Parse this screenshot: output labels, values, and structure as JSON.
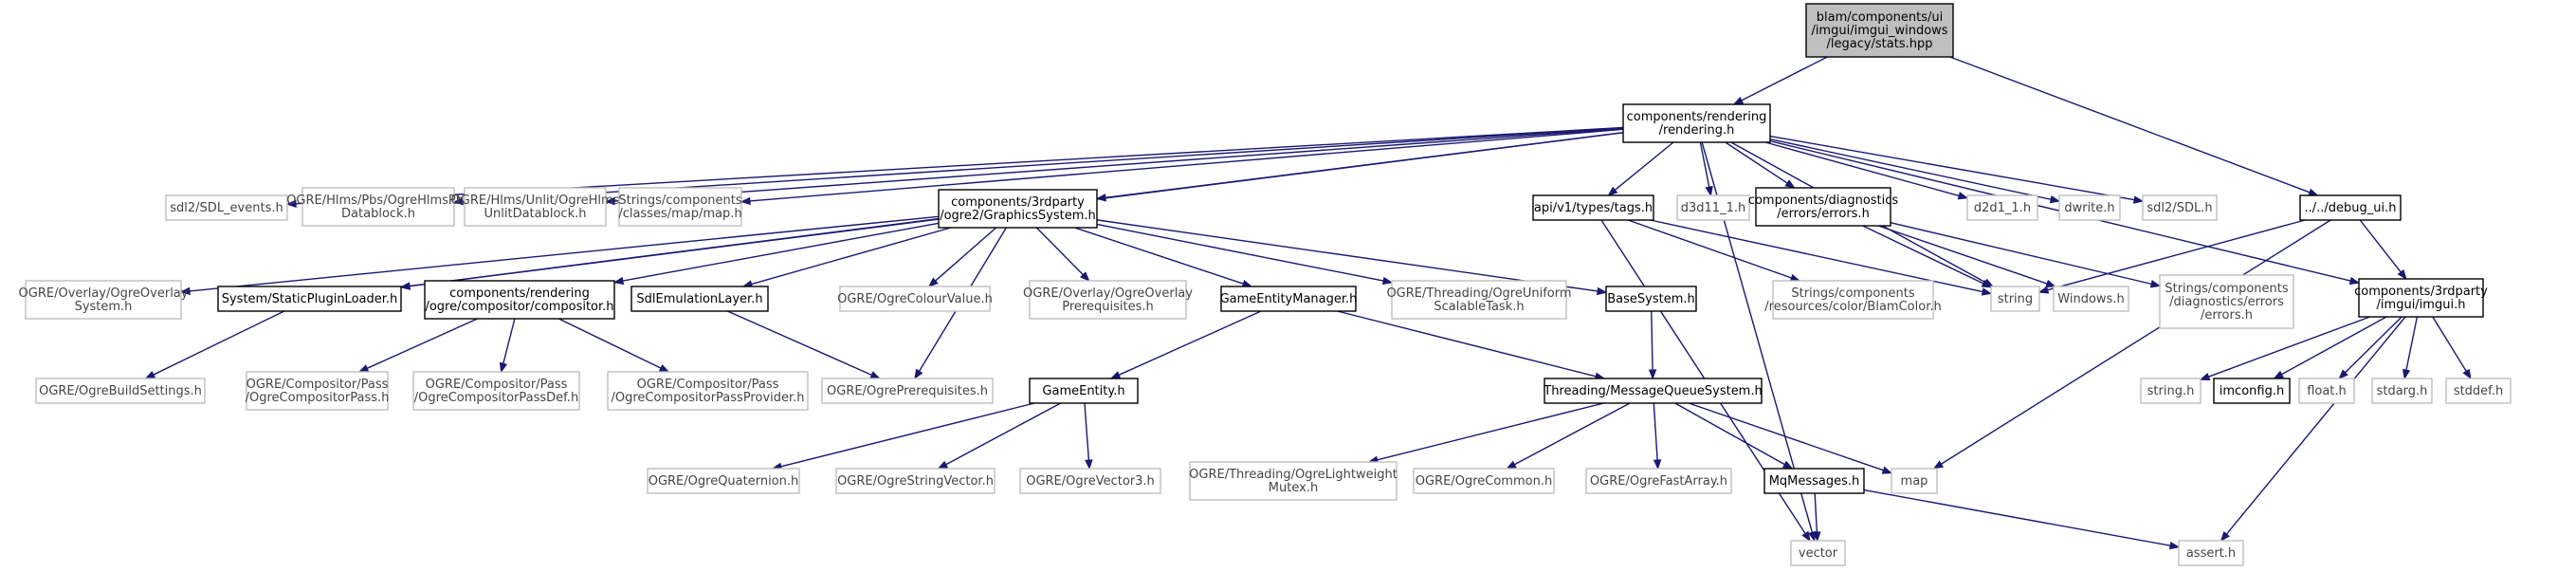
{
  "diagram": {
    "colors": {
      "edge": "#191970",
      "root_fill": "#bfbfbf",
      "external_border": "#bfbfbf",
      "documented_border": "#000000"
    },
    "nodes": [
      {
        "id": "root",
        "lines": [
          "blam/components/ui",
          "/imgui/imgui_windows",
          "/legacy/stats.hpp"
        ],
        "kind": "root"
      },
      {
        "id": "rendering",
        "lines": [
          "components/rendering",
          "/rendering.h"
        ],
        "kind": "documented"
      },
      {
        "id": "debug_ui",
        "lines": [
          "../../debug_ui.h"
        ],
        "kind": "documented"
      },
      {
        "id": "sdl_events",
        "lines": [
          "sdl2/SDL_events.h"
        ],
        "kind": "external"
      },
      {
        "id": "hlmspbs",
        "lines": [
          "OGRE/Hlms/Pbs/OgreHlmsPbs",
          "Datablock.h"
        ],
        "kind": "external"
      },
      {
        "id": "hlmsunlit",
        "lines": [
          "OGRE/Hlms/Unlit/OgreHlms",
          "UnlitDatablock.h"
        ],
        "kind": "external"
      },
      {
        "id": "strmap",
        "lines": [
          "Strings/components",
          "/classes/map/map.h"
        ],
        "kind": "external"
      },
      {
        "id": "graphicssystem",
        "lines": [
          "components/3rdparty",
          "/ogre2/GraphicsSystem.h"
        ],
        "kind": "documented"
      },
      {
        "id": "tags",
        "lines": [
          "api/v1/types/tags.h"
        ],
        "kind": "documented"
      },
      {
        "id": "d3d11",
        "lines": [
          "d3d11_1.h"
        ],
        "kind": "external"
      },
      {
        "id": "errors",
        "lines": [
          "components/diagnostics",
          "/errors/errors.h"
        ],
        "kind": "documented"
      },
      {
        "id": "d2d1",
        "lines": [
          "d2d1_1.h"
        ],
        "kind": "external"
      },
      {
        "id": "dwrite",
        "lines": [
          "dwrite.h"
        ],
        "kind": "external"
      },
      {
        "id": "sdl",
        "lines": [
          "sdl2/SDL.h"
        ],
        "kind": "external"
      },
      {
        "id": "imgui",
        "lines": [
          "components/3rdparty",
          "/imgui/imgui.h"
        ],
        "kind": "documented"
      },
      {
        "id": "overlaysys",
        "lines": [
          "OGRE/Overlay/OgreOverlay",
          "System.h"
        ],
        "kind": "external"
      },
      {
        "id": "staticplugin",
        "lines": [
          "System/StaticPluginLoader.h"
        ],
        "kind": "documented"
      },
      {
        "id": "compositor",
        "lines": [
          "components/rendering",
          "/ogre/compositor/compositor.h"
        ],
        "kind": "documented"
      },
      {
        "id": "sdlemu",
        "lines": [
          "SdlEmulationLayer.h"
        ],
        "kind": "documented"
      },
      {
        "id": "colourvalue",
        "lines": [
          "OGRE/OgreColourValue.h"
        ],
        "kind": "external"
      },
      {
        "id": "overlayprereq",
        "lines": [
          "OGRE/Overlay/OgreOverlay",
          "Prerequisites.h"
        ],
        "kind": "external"
      },
      {
        "id": "gemgr",
        "lines": [
          "GameEntityManager.h"
        ],
        "kind": "documented"
      },
      {
        "id": "uniformtask",
        "lines": [
          "OGRE/Threading/OgreUniform",
          "ScalableTask.h"
        ],
        "kind": "external"
      },
      {
        "id": "basesystem",
        "lines": [
          "BaseSystem.h"
        ],
        "kind": "documented"
      },
      {
        "id": "blamcolor",
        "lines": [
          "Strings/components",
          "/resources/color/BlamColor.h"
        ],
        "kind": "external"
      },
      {
        "id": "string",
        "lines": [
          "string"
        ],
        "kind": "external"
      },
      {
        "id": "windows",
        "lines": [
          "Windows.h"
        ],
        "kind": "external"
      },
      {
        "id": "strerrors",
        "lines": [
          "Strings/components",
          "/diagnostics/errors",
          "/errors.h"
        ],
        "kind": "external"
      },
      {
        "id": "buildsettings",
        "lines": [
          "OGRE/OgreBuildSettings.h"
        ],
        "kind": "external"
      },
      {
        "id": "comppass",
        "lines": [
          "OGRE/Compositor/Pass",
          "/OgreCompositorPass.h"
        ],
        "kind": "external"
      },
      {
        "id": "comppassdef",
        "lines": [
          "OGRE/Compositor/Pass",
          "/OgreCompositorPassDef.h"
        ],
        "kind": "external"
      },
      {
        "id": "comppassprov",
        "lines": [
          "OGRE/Compositor/Pass",
          "/OgreCompositorPassProvider.h"
        ],
        "kind": "external"
      },
      {
        "id": "ogreprereq",
        "lines": [
          "OGRE/OgrePrerequisites.h"
        ],
        "kind": "external"
      },
      {
        "id": "gameentity",
        "lines": [
          "GameEntity.h"
        ],
        "kind": "documented"
      },
      {
        "id": "mqsystem",
        "lines": [
          "Threading/MessageQueueSystem.h"
        ],
        "kind": "documented"
      },
      {
        "id": "stringh",
        "lines": [
          "string.h"
        ],
        "kind": "external"
      },
      {
        "id": "imconfig",
        "lines": [
          "imconfig.h"
        ],
        "kind": "documented"
      },
      {
        "id": "floath",
        "lines": [
          "float.h"
        ],
        "kind": "external"
      },
      {
        "id": "stdarg",
        "lines": [
          "stdarg.h"
        ],
        "kind": "external"
      },
      {
        "id": "stddef",
        "lines": [
          "stddef.h"
        ],
        "kind": "external"
      },
      {
        "id": "quaternion",
        "lines": [
          "OGRE/OgreQuaternion.h"
        ],
        "kind": "external"
      },
      {
        "id": "stringvector",
        "lines": [
          "OGRE/OgreStringVector.h"
        ],
        "kind": "external"
      },
      {
        "id": "vector3",
        "lines": [
          "OGRE/OgreVector3.h"
        ],
        "kind": "external"
      },
      {
        "id": "lwmutex",
        "lines": [
          "OGRE/Threading/OgreLightweight",
          "Mutex.h"
        ],
        "kind": "external"
      },
      {
        "id": "ogrecommon",
        "lines": [
          "OGRE/OgreCommon.h"
        ],
        "kind": "external"
      },
      {
        "id": "fastarray",
        "lines": [
          "OGRE/OgreFastArray.h"
        ],
        "kind": "external"
      },
      {
        "id": "mqmessages",
        "lines": [
          "MqMessages.h"
        ],
        "kind": "documented"
      },
      {
        "id": "map",
        "lines": [
          "map"
        ],
        "kind": "external"
      },
      {
        "id": "vector",
        "lines": [
          "vector"
        ],
        "kind": "external"
      },
      {
        "id": "assert",
        "lines": [
          "assert.h"
        ],
        "kind": "external"
      }
    ],
    "edges": [
      [
        "root",
        "rendering"
      ],
      [
        "root",
        "debug_ui"
      ],
      [
        "rendering",
        "sdl_events"
      ],
      [
        "rendering",
        "hlmspbs"
      ],
      [
        "rendering",
        "hlmsunlit"
      ],
      [
        "rendering",
        "strmap"
      ],
      [
        "rendering",
        "graphicssystem"
      ],
      [
        "rendering",
        "tags"
      ],
      [
        "rendering",
        "d3d11"
      ],
      [
        "rendering",
        "errors"
      ],
      [
        "rendering",
        "d2d1"
      ],
      [
        "rendering",
        "dwrite"
      ],
      [
        "rendering",
        "sdl"
      ],
      [
        "rendering",
        "imgui"
      ],
      [
        "rendering",
        "string"
      ],
      [
        "rendering",
        "vector"
      ],
      [
        "rendering",
        "staticplugin"
      ],
      [
        "graphicssystem",
        "overlaysys"
      ],
      [
        "graphicssystem",
        "staticplugin"
      ],
      [
        "graphicssystem",
        "compositor"
      ],
      [
        "graphicssystem",
        "sdlemu"
      ],
      [
        "graphicssystem",
        "colourvalue"
      ],
      [
        "graphicssystem",
        "overlayprereq"
      ],
      [
        "graphicssystem",
        "gemgr"
      ],
      [
        "graphicssystem",
        "uniformtask"
      ],
      [
        "graphicssystem",
        "basesystem"
      ],
      [
        "graphicssystem",
        "ogreprereq"
      ],
      [
        "tags",
        "blamcolor"
      ],
      [
        "tags",
        "string"
      ],
      [
        "tags",
        "vector"
      ],
      [
        "errors",
        "string"
      ],
      [
        "errors",
        "windows"
      ],
      [
        "errors",
        "strerrors"
      ],
      [
        "debug_ui",
        "imgui"
      ],
      [
        "debug_ui",
        "string"
      ],
      [
        "debug_ui",
        "map"
      ],
      [
        "staticplugin",
        "buildsettings"
      ],
      [
        "compositor",
        "comppass"
      ],
      [
        "compositor",
        "comppassdef"
      ],
      [
        "compositor",
        "comppassprov"
      ],
      [
        "sdlemu",
        "ogreprereq"
      ],
      [
        "gemgr",
        "gameentity"
      ],
      [
        "gemgr",
        "mqsystem"
      ],
      [
        "basesystem",
        "mqsystem"
      ],
      [
        "gameentity",
        "quaternion"
      ],
      [
        "gameentity",
        "stringvector"
      ],
      [
        "gameentity",
        "vector3"
      ],
      [
        "mqsystem",
        "lwmutex"
      ],
      [
        "mqsystem",
        "ogrecommon"
      ],
      [
        "mqsystem",
        "fastarray"
      ],
      [
        "mqsystem",
        "mqmessages"
      ],
      [
        "mqsystem",
        "map"
      ],
      [
        "mqmessages",
        "vector"
      ],
      [
        "mqmessages",
        "assert"
      ],
      [
        "imgui",
        "stringh"
      ],
      [
        "imgui",
        "imconfig"
      ],
      [
        "imgui",
        "floath"
      ],
      [
        "imgui",
        "stdarg"
      ],
      [
        "imgui",
        "stddef"
      ],
      [
        "imgui",
        "assert"
      ]
    ]
  }
}
